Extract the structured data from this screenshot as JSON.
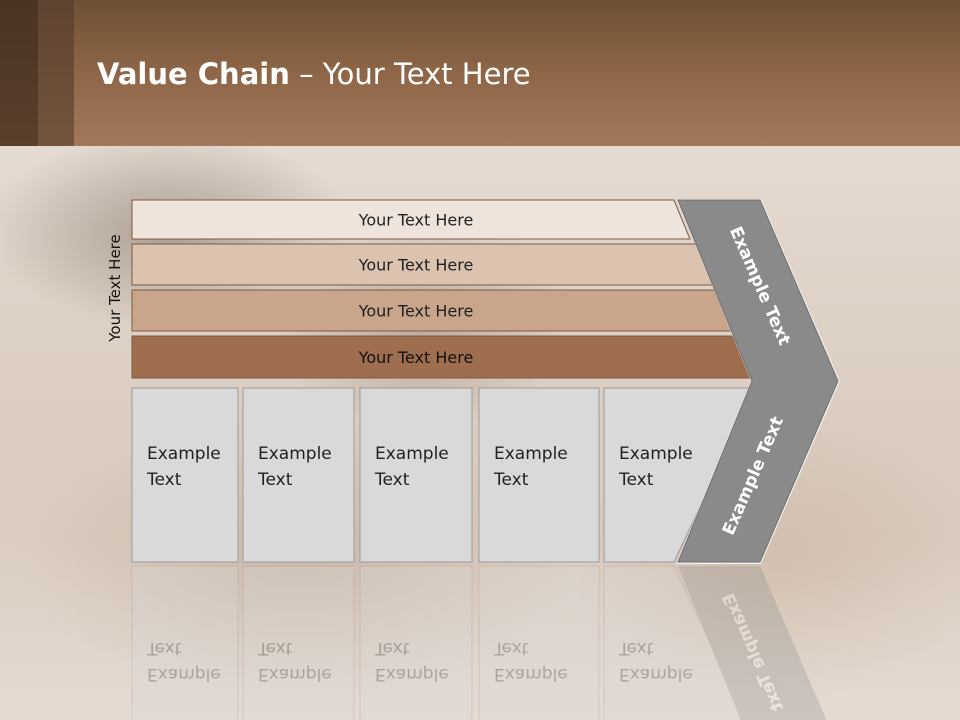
{
  "title": {
    "bold": "Value Chain",
    "rest": " – Your Text Here"
  },
  "side_label": "Your Text Here",
  "bars": [
    {
      "label": "Your Text Here",
      "fill": "#eee4dc"
    },
    {
      "label": "Your Text Here",
      "fill": "#dcc3b0"
    },
    {
      "label": "Your Text Here",
      "fill": "#c8a58b"
    },
    {
      "label": "Your Text Here",
      "fill": "#9e6e4f"
    }
  ],
  "boxes": [
    {
      "line1": "Example",
      "line2": "Text"
    },
    {
      "line1": "Example",
      "line2": "Text"
    },
    {
      "line1": "Example",
      "line2": "Text"
    },
    {
      "line1": "Example",
      "line2": "Text"
    },
    {
      "line1": "Example",
      "line2": "Text"
    }
  ],
  "chevron": {
    "upper": "Example Text",
    "lower": "Example Text",
    "fill": "#8a8a8a"
  },
  "colors": {
    "header": "#8e6647",
    "box_fill": "#d9d9d9",
    "box_border": "#9a9a9a"
  }
}
